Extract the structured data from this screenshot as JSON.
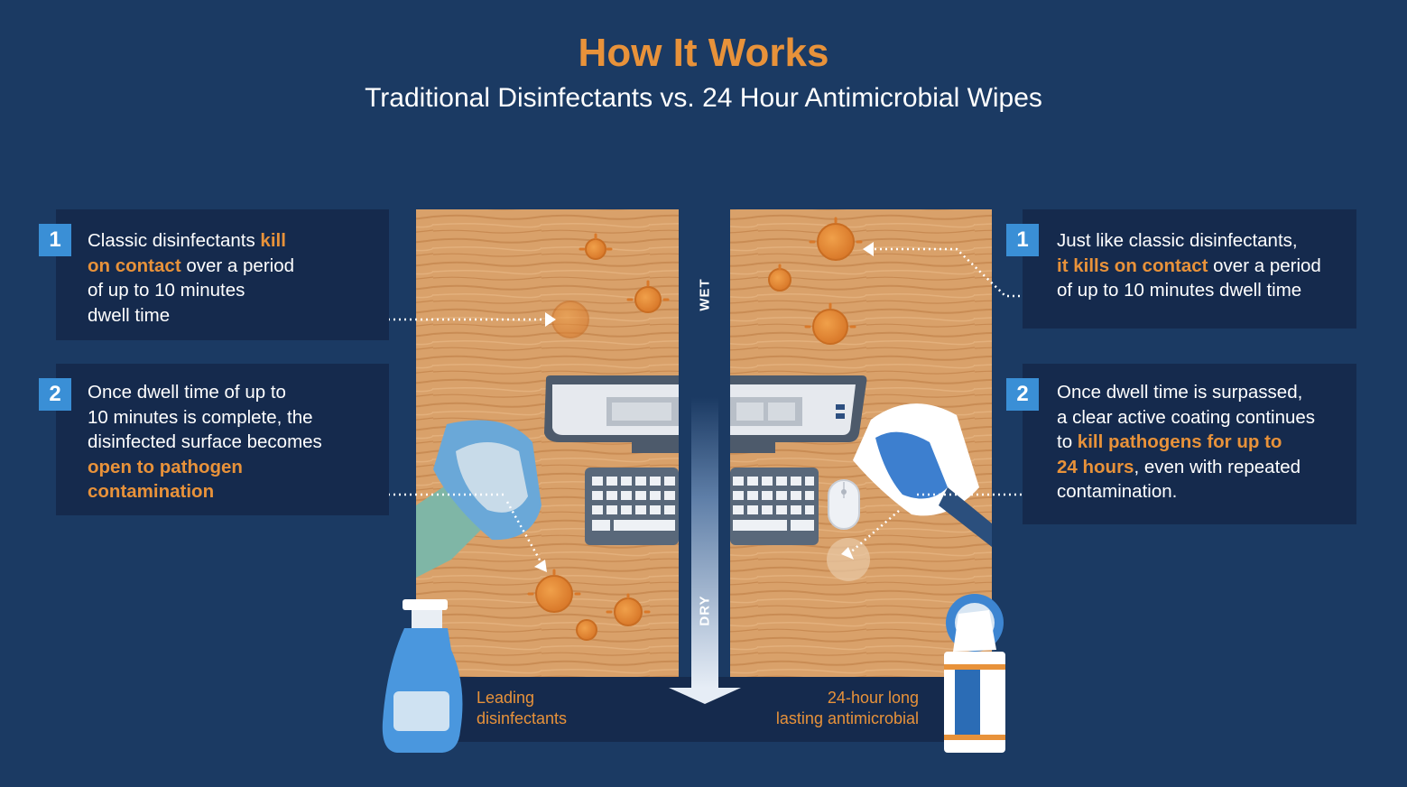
{
  "header": {
    "title": "How It Works",
    "subtitle": "Traditional Disinfectants vs. 24 Hour Antimicrobial Wipes"
  },
  "left": {
    "step1": {
      "number": "1",
      "text_a": "Classic disinfectants ",
      "highlight_a": "kill",
      "highlight_b": "on contact",
      "text_b": " over a period",
      "text_c": "of up to 10 minutes",
      "text_d": "dwell time"
    },
    "step2": {
      "number": "2",
      "line1": "Once dwell time of up to",
      "line2": "10 minutes is complete, the",
      "line3": "disinfected surface becomes",
      "highlight_a": "open to pathogen",
      "highlight_b": "contamination"
    },
    "caption_line1": "Leading",
    "caption_line2": "disinfectants"
  },
  "right": {
    "step1": {
      "number": "1",
      "line1": "Just like classic disinfectants,",
      "highlight": "it kills on contact",
      "text_b": " over a period",
      "line3": "of up to 10 minutes dwell time"
    },
    "step2": {
      "number": "2",
      "line1": "Once dwell time is surpassed,",
      "line2": "a clear active coating continues",
      "text_to": "to ",
      "highlight_a": "kill pathogens for up to",
      "highlight_b": "24 hours",
      "text_c": ", even with repeated",
      "line5": "contamination."
    },
    "caption_line1": "24-hour long",
    "caption_line2": "lasting antimicrobial"
  },
  "axis": {
    "top_label": "WET",
    "bottom_label": "DRY"
  },
  "colors": {
    "background": "#1b3a63",
    "panel": "#152a4d",
    "accent_orange": "#e8923a",
    "badge_blue": "#3a8fd6",
    "wood": "#d9a16a"
  }
}
